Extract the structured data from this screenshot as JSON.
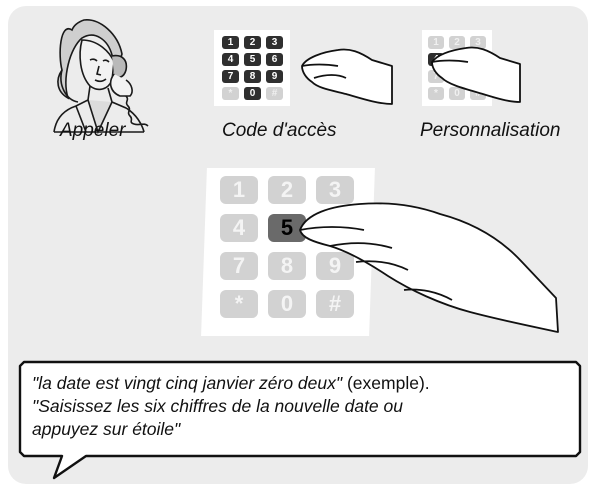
{
  "steps": [
    {
      "label": "Appeler"
    },
    {
      "label": "Code d'accès"
    },
    {
      "label": "Personnalisation"
    }
  ],
  "small_keypad": {
    "keys": [
      "1",
      "2",
      "3",
      "4",
      "5",
      "6",
      "7",
      "8",
      "9",
      "*",
      "0",
      "#"
    ]
  },
  "large_keypad": {
    "keys": [
      "1",
      "2",
      "3",
      "4",
      "5",
      "6",
      "7",
      "8",
      "9",
      "*",
      "0",
      "#"
    ],
    "highlighted": "5"
  },
  "message": {
    "line1_italic": "\"la date est vingt cinq janvier zéro deux\"",
    "line1_plain": " (exemple).",
    "line2": "\"Saisissez les six chiffres de la nouvelle date ou",
    "line3": "appuyez sur étoile\""
  },
  "colors": {
    "panel_bg": "#ececec",
    "key_dark": "#2f2f2f",
    "key_faded": "#d2d2d2",
    "key_highlight": "#6a6a6a"
  }
}
